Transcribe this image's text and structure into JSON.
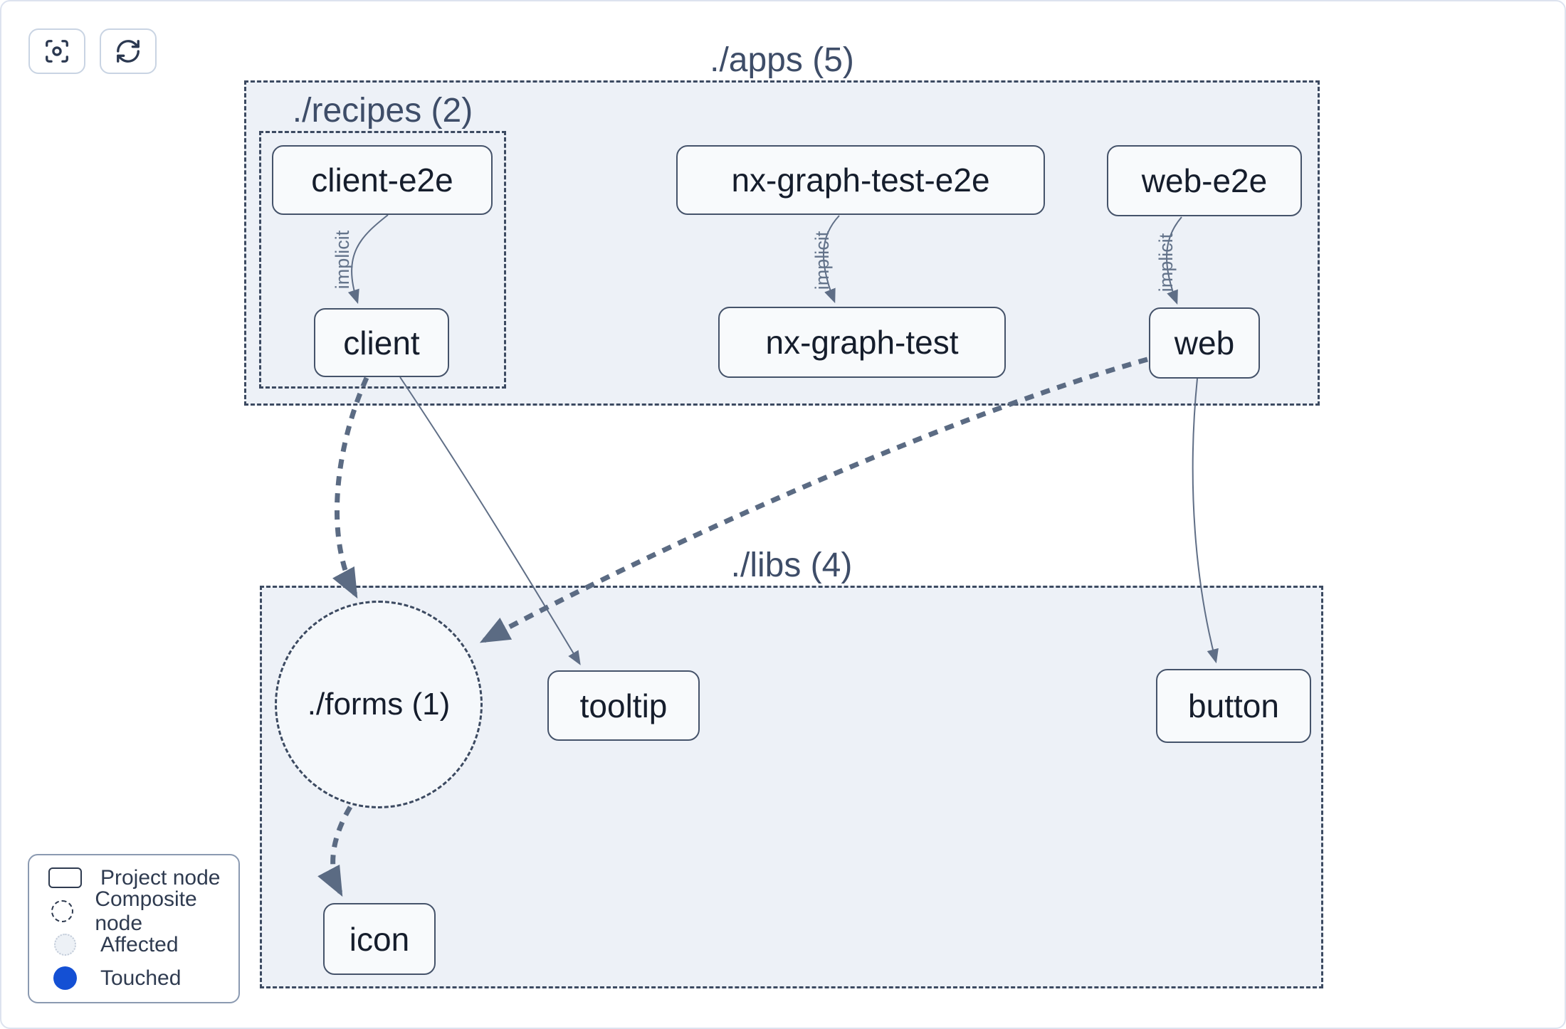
{
  "toolbar": {
    "icons": [
      {
        "name": "focus-icon",
        "glyph": "viewfinder-with-center-dot"
      },
      {
        "name": "refresh-icon",
        "glyph": "circular-arrows"
      }
    ]
  },
  "groups": {
    "apps": {
      "label": "./apps (5)"
    },
    "recipes": {
      "label": "./recipes (2)"
    },
    "libs": {
      "label": "./libs (4)"
    }
  },
  "nodes": {
    "client_e2e": {
      "label": "client-e2e"
    },
    "nx_graph_test_e2e": {
      "label": "nx-graph-test-e2e"
    },
    "web_e2e": {
      "label": "web-e2e"
    },
    "client": {
      "label": "client"
    },
    "nx_graph_test": {
      "label": "nx-graph-test"
    },
    "web": {
      "label": "web"
    },
    "forms": {
      "label": "./forms (1)"
    },
    "tooltip": {
      "label": "tooltip"
    },
    "button": {
      "label": "button"
    },
    "icon": {
      "label": "icon"
    }
  },
  "edges": [
    {
      "from": "client-e2e",
      "to": "client",
      "label": "implicit",
      "style": "thin-solid"
    },
    {
      "from": "nx-graph-test-e2e",
      "to": "nx-graph-test",
      "label": "implicit",
      "style": "thin-solid"
    },
    {
      "from": "web-e2e",
      "to": "web",
      "label": "implicit",
      "style": "thin-solid"
    },
    {
      "from": "client",
      "to": "./forms (1)",
      "label": "",
      "style": "thick-dashed"
    },
    {
      "from": "client",
      "to": "tooltip",
      "label": "",
      "style": "thin-solid"
    },
    {
      "from": "web",
      "to": "./forms (1)",
      "label": "",
      "style": "thick-dashed"
    },
    {
      "from": "web",
      "to": "button",
      "label": "",
      "style": "thin-solid"
    },
    {
      "from": "./forms (1)",
      "to": "icon",
      "label": "",
      "style": "thick-dashed"
    }
  ],
  "legend": {
    "items": [
      {
        "swatch": "project-node-rect",
        "label": "Project node"
      },
      {
        "swatch": "composite-node-dashed-circle",
        "label": "Composite node"
      },
      {
        "swatch": "affected-circle",
        "label": "Affected"
      },
      {
        "swatch": "touched-circle",
        "label": "Touched"
      }
    ]
  },
  "colors": {
    "touched_blue": "#1450d4",
    "group_fill": "#edf1f7",
    "node_fill": "#f8fafc",
    "node_border": "#45536a",
    "dashed_border": "#3c4a61",
    "edge": "#5f6e86",
    "title_text": "#3e4d68"
  }
}
